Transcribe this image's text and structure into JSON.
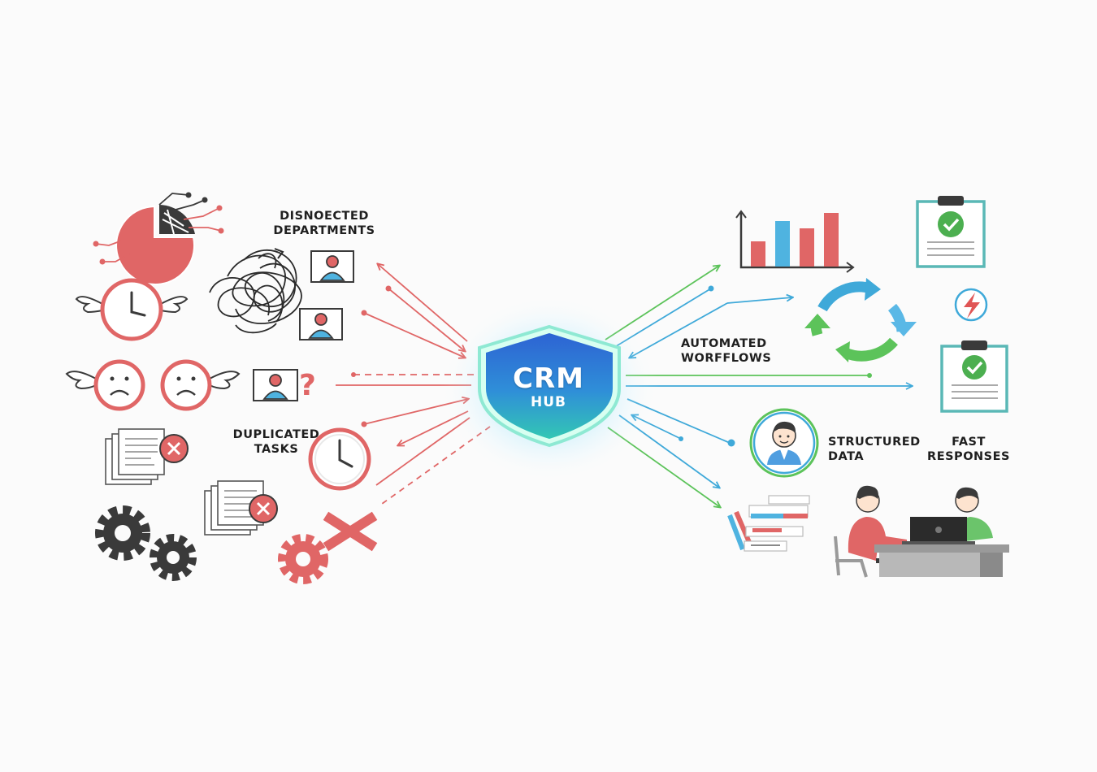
{
  "hub": {
    "title": "CRM",
    "subtitle": "HUB"
  },
  "problems": {
    "disconnected_line1": "DISNOECTED",
    "disconnected_line2": "DEPARTMENTS",
    "duplicated_line1": "DUPLICATED",
    "duplicated_line2": "TASKS",
    "question_mark": "?"
  },
  "benefits": {
    "automated_line1": "AUTOMATED",
    "automated_line2": "WORFFLOWS",
    "structured_line1": "STRUCTURED",
    "structured_line2": "DATA",
    "fast_line1": "FAST",
    "fast_line2": "RESPONSES"
  },
  "colors": {
    "problem_red": "#e06666",
    "flow_green": "#5cc35a",
    "flow_blue": "#3fa9d9",
    "hub_blue": "#2f6fd6",
    "hub_teal": "#36c3b8",
    "icon_dark": "#3a3a3a",
    "check_green": "#4caf50"
  },
  "icons": [
    "pie-chart-icon",
    "flying-clock-icon",
    "tangled-lines-icon",
    "user-card-icon",
    "sad-face-icon",
    "document-error-icon",
    "clock-icon",
    "gear-icon",
    "error-gear-icon",
    "shield-icon",
    "bar-chart-icon",
    "clipboard-check-icon",
    "refresh-cycle-icon",
    "lightning-icon",
    "user-avatar-icon",
    "people-at-desk-icon",
    "data-stack-icon"
  ]
}
